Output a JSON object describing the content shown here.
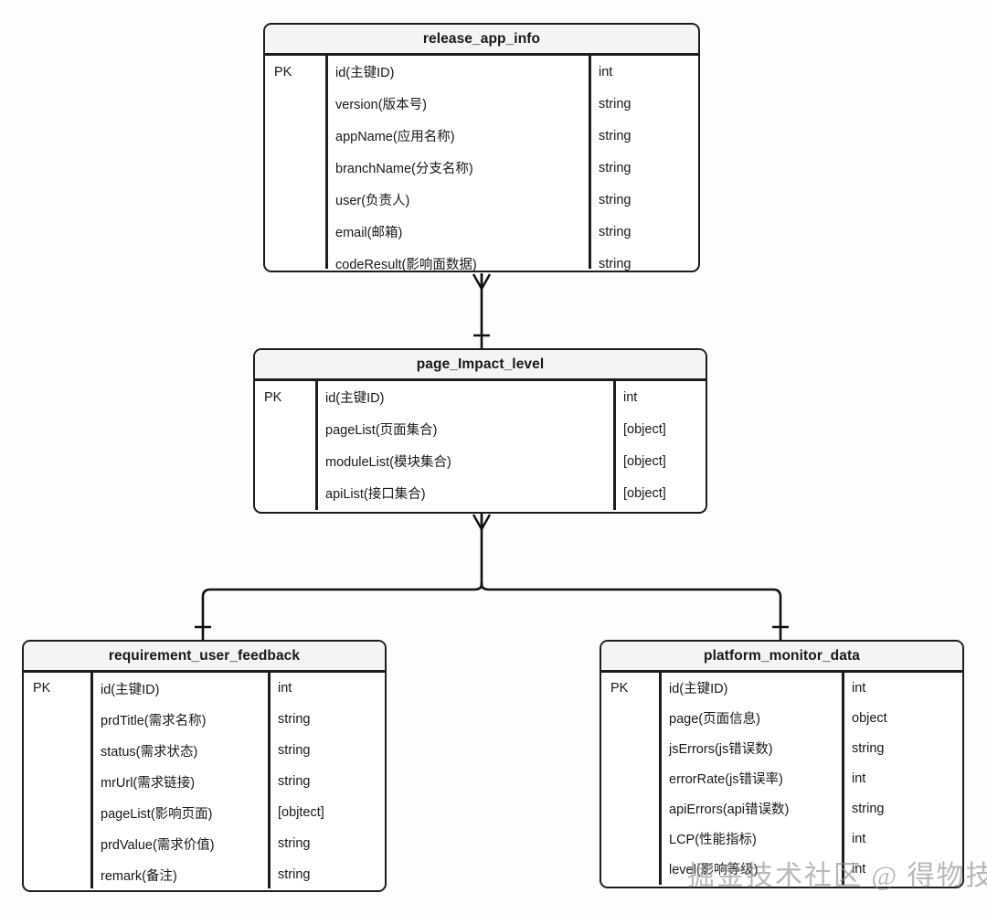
{
  "diagram": {
    "type": "entity-relationship-diagram",
    "notation": "crow-foot",
    "background_color": "#fdfdfb",
    "border_color": "#1d1d1d",
    "header_fill": "#f4f4f2"
  },
  "watermark": {
    "text": "掘金技术社区 @ 得物技术"
  },
  "entities": [
    {
      "id": "release_app_info",
      "title": "release_app_info",
      "key_label": "PK",
      "attributes": [
        {
          "name": "id(主键ID)",
          "type": "int"
        },
        {
          "name": "version(版本号)",
          "type": "string"
        },
        {
          "name": "appName(应用名称)",
          "type": "string"
        },
        {
          "name": "branchName(分支名称)",
          "type": "string"
        },
        {
          "name": "user(负责人)",
          "type": "string"
        },
        {
          "name": "email(邮箱)",
          "type": "string"
        },
        {
          "name": "codeResult(影响面数据)",
          "type": "string"
        }
      ]
    },
    {
      "id": "page_Impact_level",
      "title": "page_Impact_level",
      "key_label": "PK",
      "attributes": [
        {
          "name": "id(主键ID)",
          "type": "int"
        },
        {
          "name": "pageList(页面集合)",
          "type": "[object]"
        },
        {
          "name": "moduleList(模块集合)",
          "type": "[object]"
        },
        {
          "name": "apiList(接口集合)",
          "type": "[object]"
        }
      ]
    },
    {
      "id": "requirement_user_feedback",
      "title": "requirement_user_feedback",
      "key_label": "PK",
      "attributes": [
        {
          "name": "id(主键ID)",
          "type": "int"
        },
        {
          "name": "prdTitle(需求名称)",
          "type": "string"
        },
        {
          "name": "status(需求状态)",
          "type": "string"
        },
        {
          "name": "mrUrl(需求链接)",
          "type": "string"
        },
        {
          "name": "pageList(影响页面)",
          "type": "[objtect]"
        },
        {
          "name": "prdValue(需求价值)",
          "type": "string"
        },
        {
          "name": "remark(备注)",
          "type": "string"
        }
      ]
    },
    {
      "id": "platform_monitor_data",
      "title": "platform_monitor_data",
      "key_label": "PK",
      "attributes": [
        {
          "name": "id(主键ID)",
          "type": "int"
        },
        {
          "name": "page(页面信息)",
          "type": "object"
        },
        {
          "name": "jsErrors(js错误数)",
          "type": "string"
        },
        {
          "name": "errorRate(js错误率)",
          "type": "int"
        },
        {
          "name": "apiErrors(api错误数)",
          "type": "string"
        },
        {
          "name": "LCP(性能指标)",
          "type": "int"
        },
        {
          "name": "level(影响等级)",
          "type": "int"
        }
      ]
    }
  ],
  "relationships": [
    {
      "id": "rel-release-to-page",
      "from": "release_app_info",
      "to": "page_Impact_level",
      "from_cardinality": "many",
      "to_cardinality": "one"
    },
    {
      "id": "rel-page-to-feedback",
      "from": "page_Impact_level",
      "to": "requirement_user_feedback",
      "from_cardinality": "many",
      "to_cardinality": "one"
    },
    {
      "id": "rel-page-to-monitor",
      "from": "page_Impact_level",
      "to": "platform_monitor_data",
      "from_cardinality": "many",
      "to_cardinality": "one"
    }
  ]
}
